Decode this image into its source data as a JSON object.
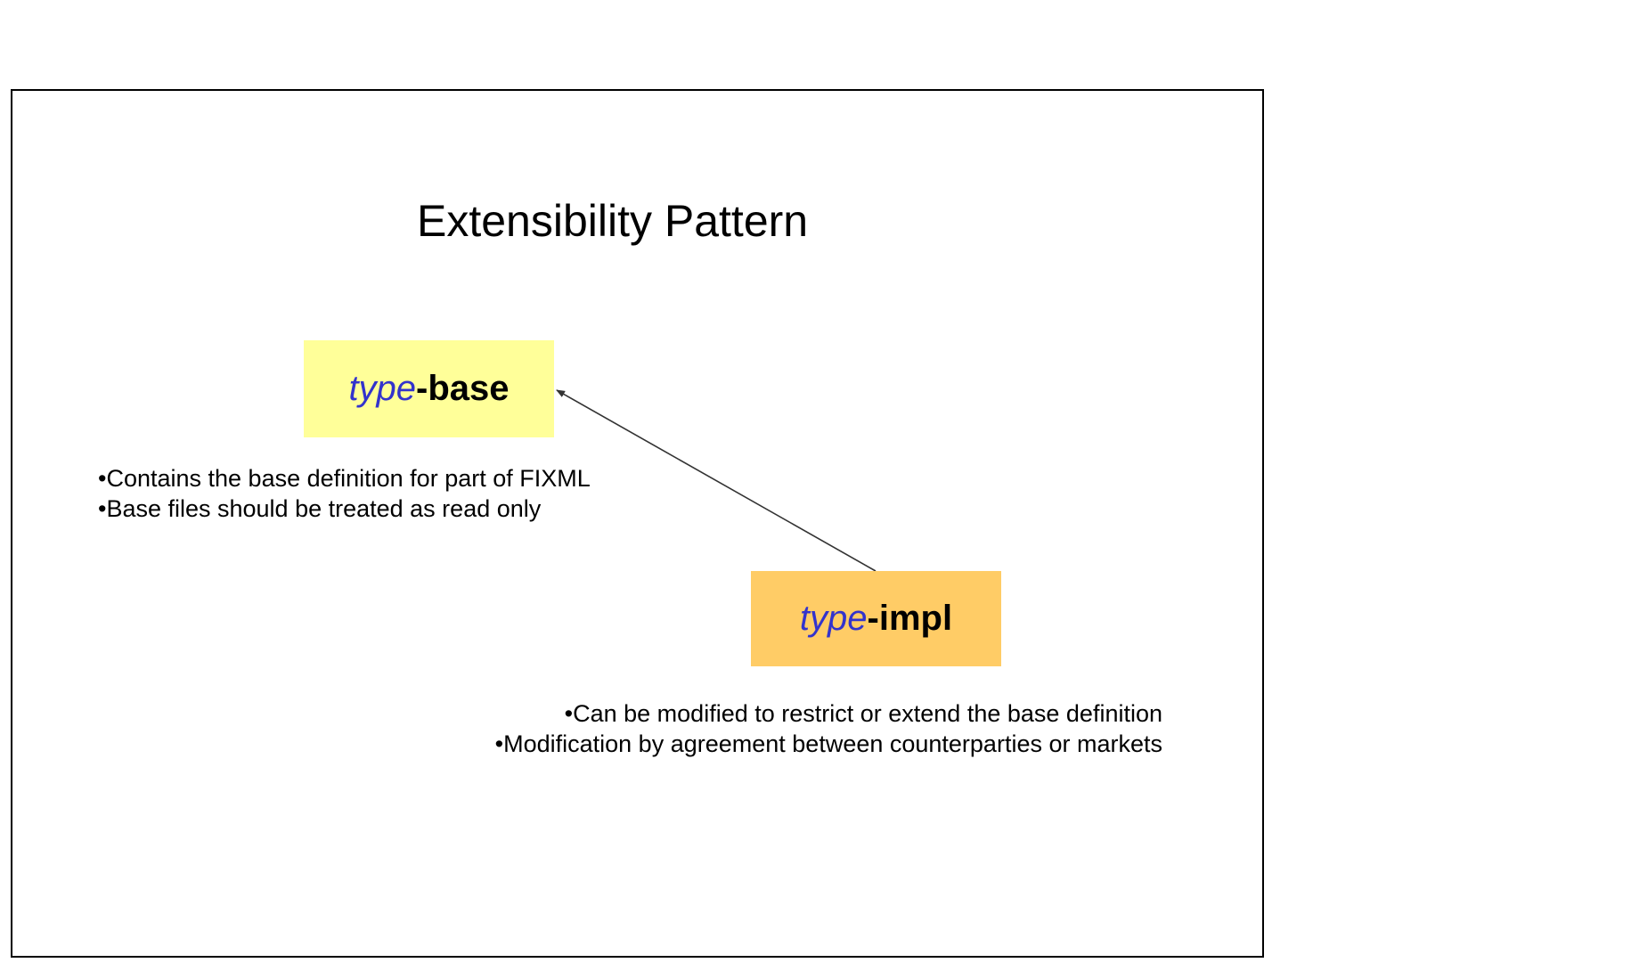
{
  "slide": {
    "title": "Extensibility Pattern",
    "colors": {
      "base_box": "#FFFF99",
      "impl_box": "#FFCC66",
      "keyword_text": "#3333CC",
      "frame": "#000000",
      "arrow": "#333333"
    },
    "base_node": {
      "keyword": "type",
      "suffix": "-base",
      "bullets": [
        "•Contains the base definition for part of FIXML",
        "•Base files should be treated as read only"
      ]
    },
    "impl_node": {
      "keyword": "type",
      "suffix": "-impl",
      "bullets": [
        "•Can be modified to restrict or extend the base definition",
        "•Modification by agreement between counterparties or markets"
      ]
    },
    "edge": {
      "from": "impl_node",
      "to": "base_node",
      "kind": "arrow"
    }
  }
}
